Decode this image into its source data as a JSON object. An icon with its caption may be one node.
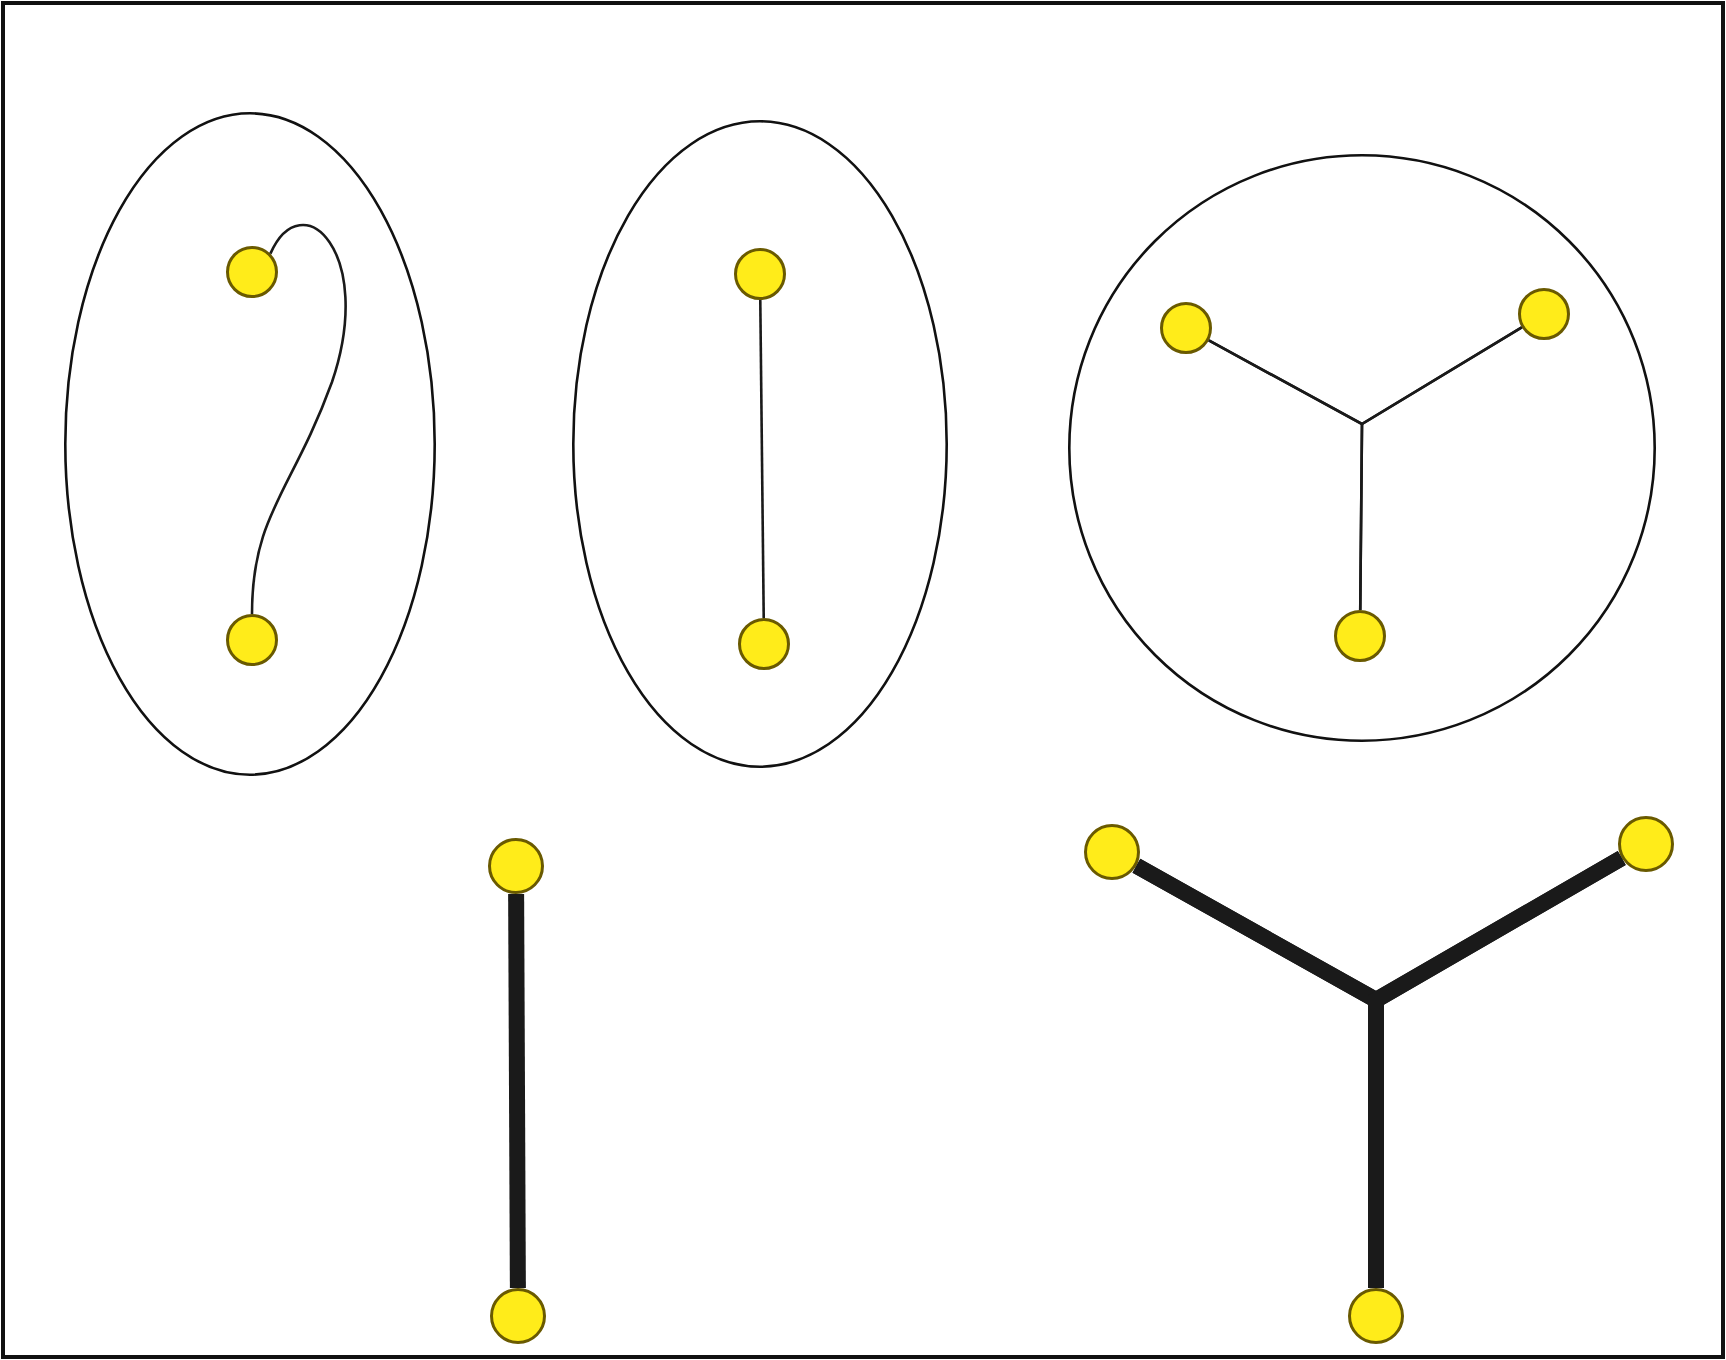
{
  "diagram": {
    "nodes": [
      {
        "text": [],
        "shape": "ellipse"
      },
      {
        "text": [],
        "shape": "circle",
        "in": 0
      },
      {
        "text": [],
        "shape": "circle",
        "in": 0
      },
      {
        "text": [],
        "shape": "ellipse"
      },
      {
        "text": [],
        "shape": "circle",
        "in": 3
      },
      {
        "text": [],
        "shape": "circle",
        "in": 3
      },
      {
        "text": [],
        "shape": "circle"
      },
      {
        "text": [],
        "shape": "circle",
        "in": 6
      },
      {
        "text": [],
        "shape": "circle",
        "in": 6
      },
      {
        "text": [],
        "shape": "circle",
        "in": 6
      },
      {
        "text": [],
        "shape": "circle"
      },
      {
        "text": [],
        "shape": "circle"
      },
      {
        "text": [],
        "shape": "circle"
      },
      {
        "text": [],
        "shape": "circle"
      },
      {
        "text": [],
        "shape": "circle"
      }
    ],
    "edges": [
      {
        "from": 1,
        "to": 2,
        "arrow": "none"
      },
      {
        "from": 4,
        "to": 5,
        "arrow": "none"
      },
      {
        "from": 7,
        "to": 8,
        "arrow": "none"
      },
      {
        "from": 7,
        "to": 9,
        "arrow": "none"
      },
      {
        "from": 8,
        "to": 9,
        "arrow": "none"
      },
      {
        "from": 10,
        "to": 11,
        "arrow": "none",
        "style": "thick"
      },
      {
        "from": 12,
        "to": 13,
        "arrow": "none",
        "style": "thick"
      },
      {
        "from": 12,
        "to": 14,
        "arrow": "none",
        "style": "thick"
      },
      {
        "from": 13,
        "to": 14,
        "arrow": "none",
        "style": "thick"
      }
    ]
  }
}
